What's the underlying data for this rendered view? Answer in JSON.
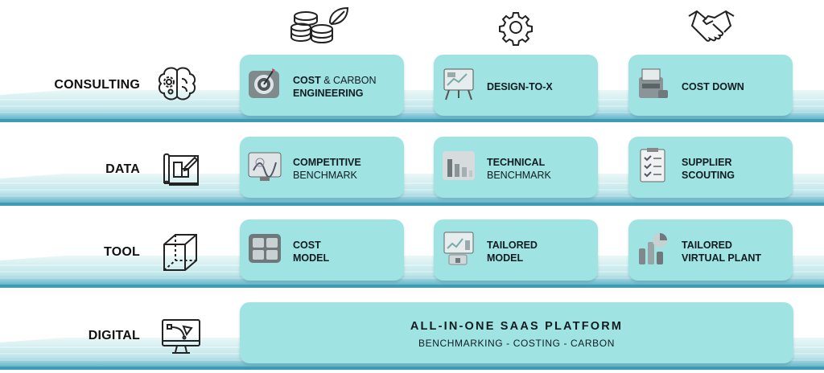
{
  "colors": {
    "card": "#9fe3e3",
    "band_light": "#d6f0f0",
    "band_dark": "#4aa7c0"
  },
  "top_icons": [
    {
      "icon": "coins-leaf-icon"
    },
    {
      "icon": "gear-icon"
    },
    {
      "icon": "handshake-icon"
    }
  ],
  "rows": [
    {
      "label": "CONSULTING",
      "icon": "brain-gears-icon",
      "cards": [
        {
          "icon": "target-icon",
          "bold1": "COST",
          "rest1": " & CARBON",
          "bold2": "ENGINEERING",
          "rest2": ""
        },
        {
          "icon": "presentation-board-icon",
          "bold1": "DESIGN-TO-X",
          "rest1": "",
          "bold2": "",
          "rest2": ""
        },
        {
          "icon": "cost-machine-icon",
          "bold1": "COST DOWN",
          "rest1": "",
          "bold2": "",
          "rest2": ""
        }
      ]
    },
    {
      "label": "DATA",
      "icon": "blueprint-icon",
      "cards": [
        {
          "icon": "monitor-chart-icon",
          "bold1": "COMPETITIVE",
          "rest1": "",
          "bold2": "",
          "rest2": "BENCHMARK"
        },
        {
          "icon": "bar-chart-icon",
          "bold1": "TECHNICAL",
          "rest1": "",
          "bold2": "",
          "rest2": "BENCHMARK"
        },
        {
          "icon": "checklist-icon",
          "bold1": "SUPPLIER",
          "rest1": "",
          "bold2": "SCOUTING",
          "rest2": ""
        }
      ]
    },
    {
      "label": "TOOL",
      "icon": "cube-icon",
      "cards": [
        {
          "icon": "calculator-icon",
          "bold1": "COST",
          "rest1": "",
          "bold2": "MODEL",
          "rest2": ""
        },
        {
          "icon": "dashboard-icon",
          "bold1": "TAILORED",
          "rest1": "",
          "bold2": "MODEL",
          "rest2": ""
        },
        {
          "icon": "plant-charts-icon",
          "bold1": "TAILORED",
          "rest1": "",
          "bold2": "VIRTUAL PLANT",
          "rest2": ""
        }
      ]
    },
    {
      "label": "DIGITAL",
      "icon": "monitor-vector-icon"
    }
  ],
  "platform": {
    "title": "ALL-IN-ONE SAAS PLATFORM",
    "subtitle": "BENCHMARKING - COSTING - CARBON"
  }
}
